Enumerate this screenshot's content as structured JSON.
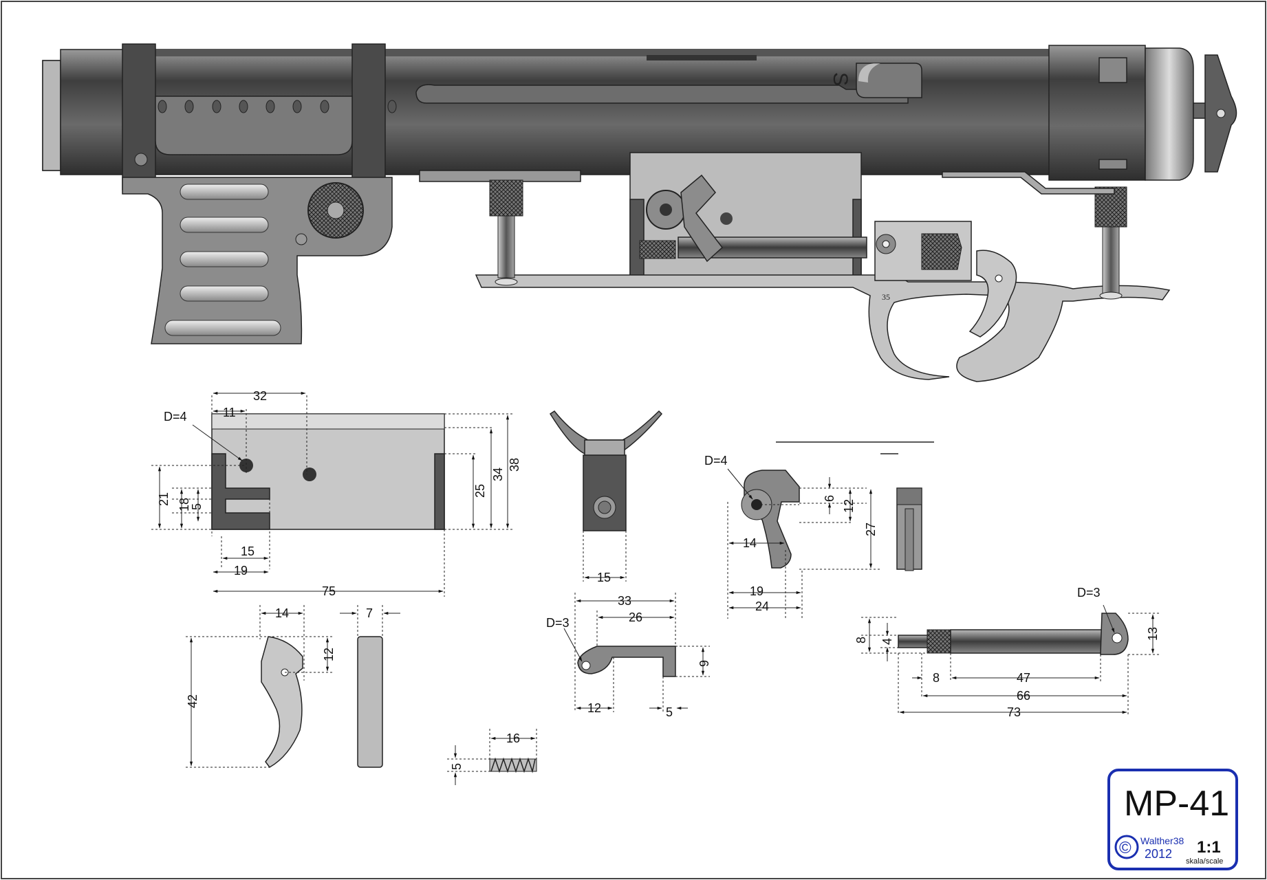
{
  "title_block": {
    "model": "MP-41",
    "author": "Walther38",
    "year": "2012",
    "scale": "1:1",
    "scale_label": "skala/scale",
    "copyright_symbol": "©"
  },
  "engravings": {
    "safety_mark": "S",
    "proof_mark": "35"
  },
  "receiver_part": {
    "hole_label": "D=4",
    "dims": {
      "d32": "32",
      "d11": "11",
      "d38": "38",
      "d34": "34",
      "d25": "25",
      "d21": "21",
      "d18": "18",
      "d5": "5",
      "d15": "15",
      "d19": "19",
      "d75": "75"
    }
  },
  "yoke_part": {
    "dims": {
      "d15": "15"
    }
  },
  "sear_part": {
    "hole_label": "D=4",
    "dims": {
      "d6": "6",
      "d12": "12",
      "d27": "27",
      "d14": "14",
      "d19": "19",
      "d24": "24"
    }
  },
  "trigger_part": {
    "dims": {
      "d14": "14",
      "d12": "12",
      "d42": "42",
      "d7": "7"
    }
  },
  "spring_part": {
    "dims": {
      "d16": "16",
      "d5": "5"
    }
  },
  "link_part": {
    "hole_label": "D=3",
    "dims": {
      "d33": "33",
      "d26": "26",
      "d9": "9",
      "d12": "12",
      "d5": "5"
    }
  },
  "rod_part": {
    "hole_label": "D=3",
    "dims": {
      "d8a": "8",
      "d4": "4",
      "d13": "13",
      "d8b": "8",
      "d47": "47",
      "d66": "66",
      "d73": "73"
    }
  },
  "colors": {
    "steel_dark": "#5a5a5a",
    "steel_light": "#c8c8c8",
    "frame_blue": "#1a2fb0"
  }
}
